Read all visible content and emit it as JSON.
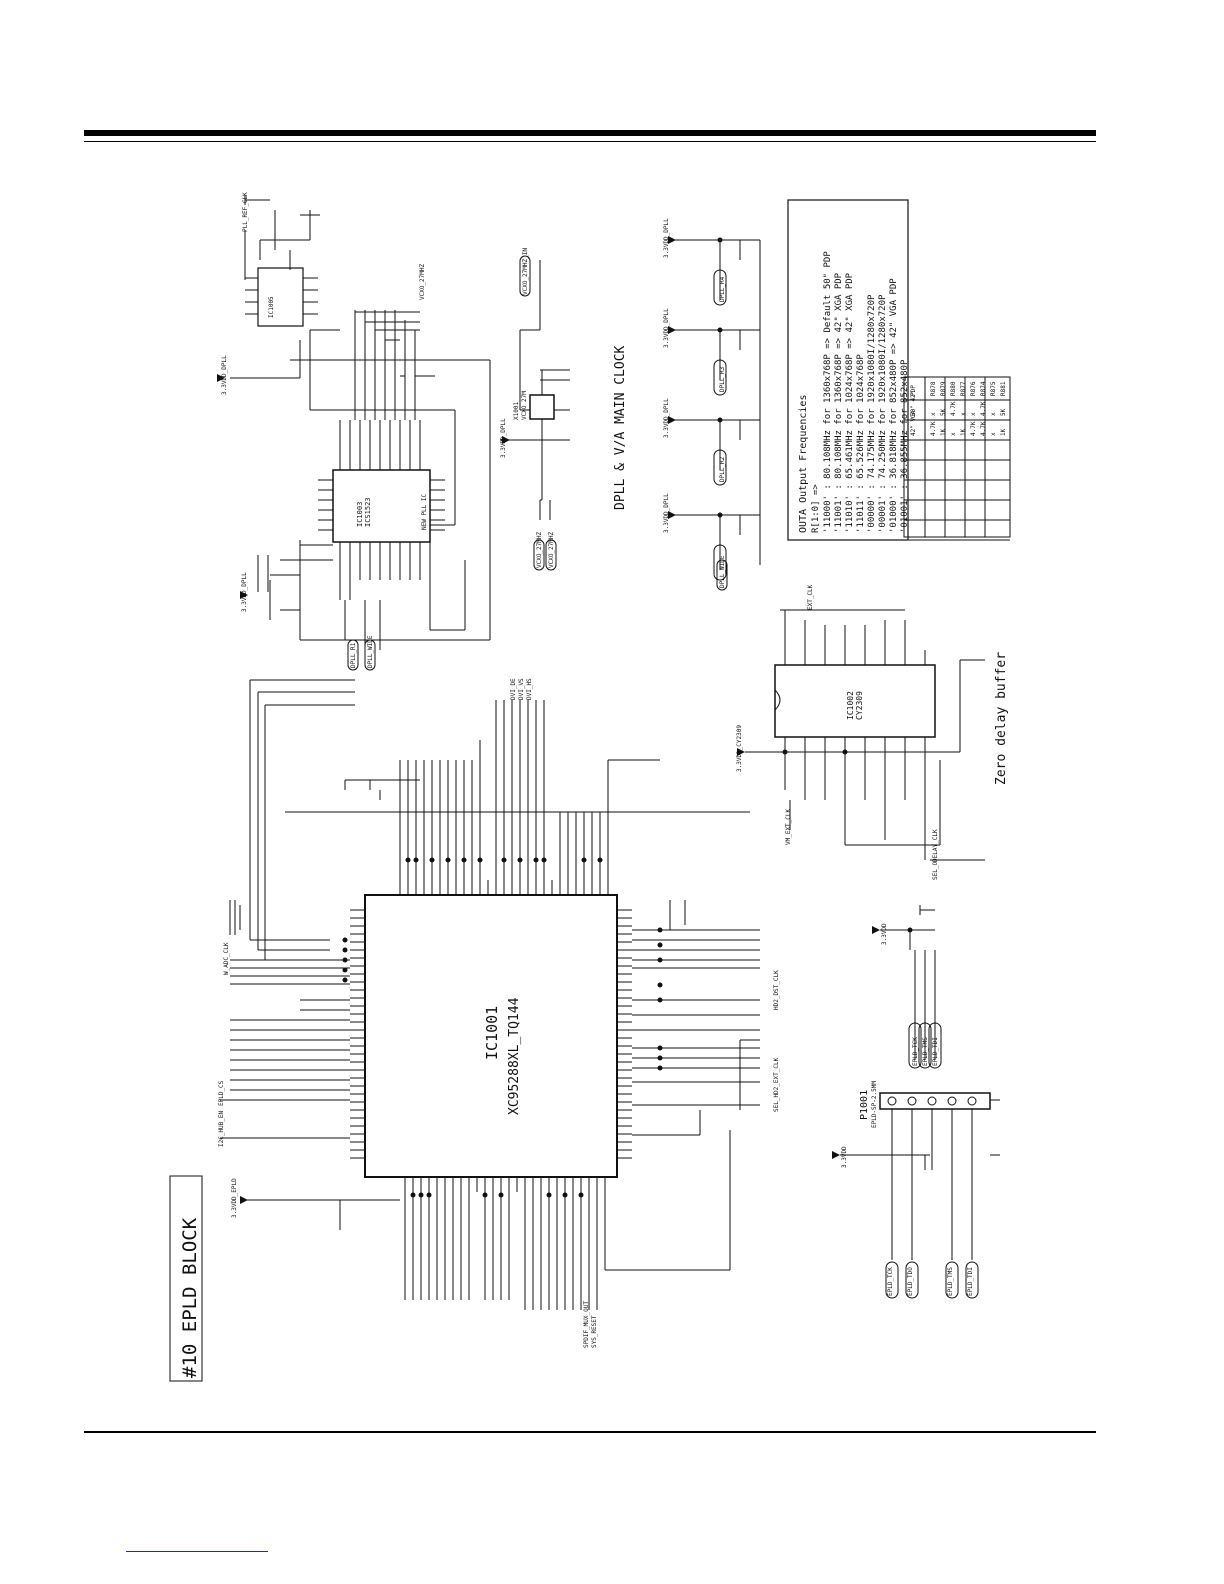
{
  "block_title": "#10 EPLD BLOCK",
  "section_dpll": "DPLL & V/A MAIN CLOCK",
  "section_zero_delay": "Zero delay buffer",
  "epld": {
    "ref": "IC1001",
    "part": "XC95288XL_TQ144"
  },
  "pll": {
    "ref": "IC1003",
    "part": "ICS1523",
    "name": "NEW PLL IC"
  },
  "buffer": {
    "ref": "IC1002",
    "part": "CY2309"
  },
  "osc": {
    "ref": "X1001",
    "part": "VCXO 27M"
  },
  "osc2": {
    "ref": "IC1005"
  },
  "connector": {
    "ref": "P1001",
    "part": "EPLD-SP-2.5MM"
  },
  "freq_note": {
    "heading": "OUTA Output Frequencies",
    "sub": "R[1:0] =>",
    "lines": [
      "'11000' : 80.108MHz for 1360x768P => Default 50\" PDP",
      "'11001' : 80.108MHz for 1360x768P => 42\" XGA PDP",
      "'11010' : 65.461MHz for 1024x768P => 42\" XGA PDP",
      "'11011' : 65.526MHz for 1024x768P",
      "'00000' : 74.175MHz for 1920x1080I/1280x720P",
      "'00001' : 74.250MHz for 1920x1080I/1280x720P",
      "'01000' : 36.818MHz for 852x480P => 42\" VGA PDP",
      "'01001' : 36.855MHz for 852x480P"
    ]
  },
  "option_table": {
    "headers": [
      "PDP",
      "50\" 42\"",
      "42\" VGA"
    ],
    "rows": [
      [
        "R878",
        "x",
        "4.7K"
      ],
      [
        "R879",
        "5K",
        "1K"
      ],
      [
        "R880",
        "4.7K",
        "x"
      ],
      [
        "R877",
        "x",
        "1K"
      ],
      [
        "R876",
        "x",
        "4.7K"
      ],
      [
        "R874",
        "4.7K",
        "4.7K"
      ],
      [
        "R875",
        "x",
        "x"
      ],
      [
        "R881",
        "5K",
        "1K"
      ]
    ]
  },
  "nets": {
    "power_epld": "3.3VDD_EPLD",
    "power_dpll": "3.3VDD_DPLL",
    "power_cy": "3.3VDD_CY2309",
    "power_vdd": "3.3VDD",
    "dpll_wide": "DPLL_WIDE",
    "dpll_r1": "DPLL_R1",
    "dpll_r2": "DPLL_R2",
    "dpll_r3": "DPLL_R3",
    "dpll_r4": "DPLL_R4",
    "vcxo_27m": "VCXO_27MHZ",
    "vcxo_27m_in": "VCXO_27MHZ_IN",
    "sel_hd2_ext_clk": "SEL_HD2_EXT_CLK",
    "sel_oddly_clk": "SEL_ODELAY_CLK",
    "vm_ext_clk": "VM_EXT_CLK",
    "ext_clk": "EXT_CLK",
    "hd2_dst_clk": "HD2_DST_CLK",
    "epld_tck": "EPLD_TCK",
    "epld_tdo": "EPLD_TDO",
    "epld_tms": "EPLD_TMS",
    "epld_tdi": "EPLD_TDI",
    "i2c_hub_en": "I2C_HUB_EN",
    "epld_cs": "EPLD_CS",
    "sys_reset": "SYS_RESET",
    "spdif_mux_out": "SPDIF_MUX_OUT",
    "w_adc_clk": "W_ADC_CLK",
    "pll_ref": "PLL_REF_CLK",
    "dvi_de": "DVI_DE",
    "dvi_vs": "DVI_VS",
    "dvi_hs": "DVI_HS"
  }
}
